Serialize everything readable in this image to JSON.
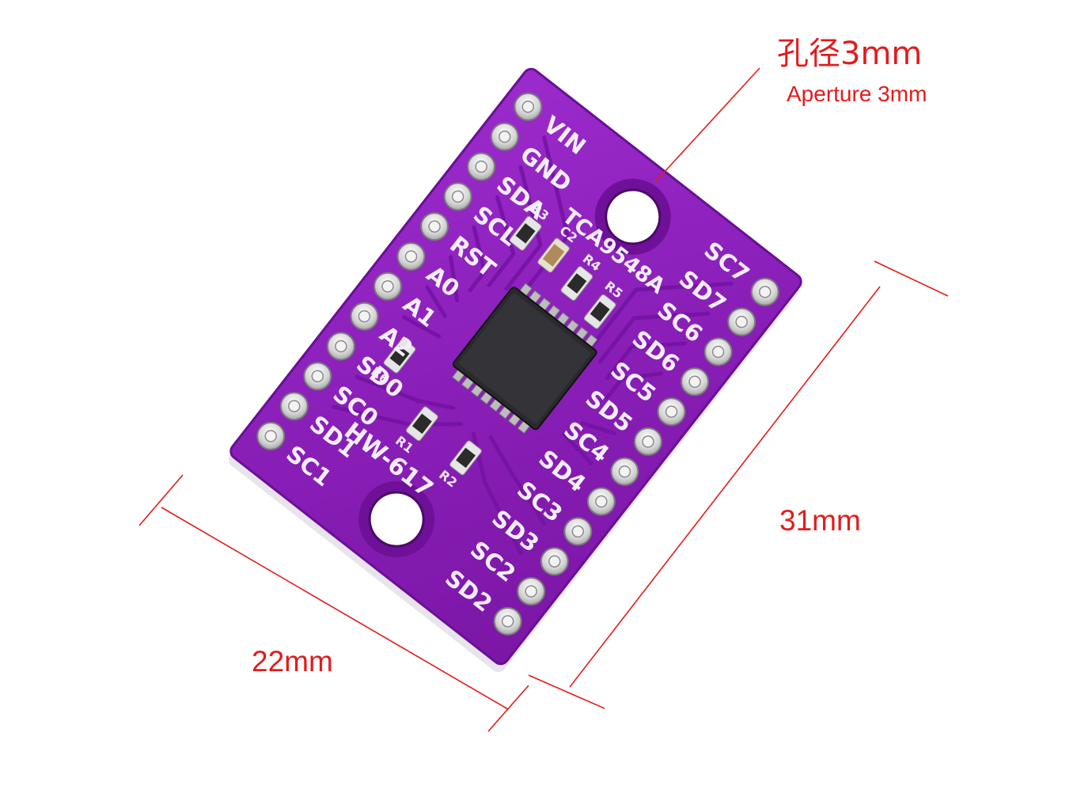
{
  "annotations": {
    "aperture_cn": "孔径3mm",
    "aperture_en": "Aperture 3mm",
    "length": "31mm",
    "width": "22mm"
  },
  "board": {
    "chip_label": "TCA9548A",
    "model": "HW-617",
    "left_pins": [
      "VIN",
      "GND",
      "SDA",
      "SCL",
      "RST",
      "A0",
      "A1",
      "A2",
      "SD0",
      "SC0",
      "SD1",
      "SC1"
    ],
    "right_pins": [
      "SC7",
      "SD7",
      "SC6",
      "SD6",
      "SC5",
      "SD5",
      "SC4",
      "SD4",
      "SC3",
      "SD3",
      "SC2",
      "SD2"
    ],
    "components": [
      "R3",
      "C2",
      "R4",
      "R5",
      "R6",
      "R1",
      "R2"
    ],
    "colors": {
      "pcb": "#8a1fb8",
      "pcb_trace": "#7a12a8",
      "silkscreen": "#f4eefa",
      "pad": "#d8d8d8",
      "chip": "#2a2a2e",
      "annotation": "#e41b1b"
    }
  }
}
